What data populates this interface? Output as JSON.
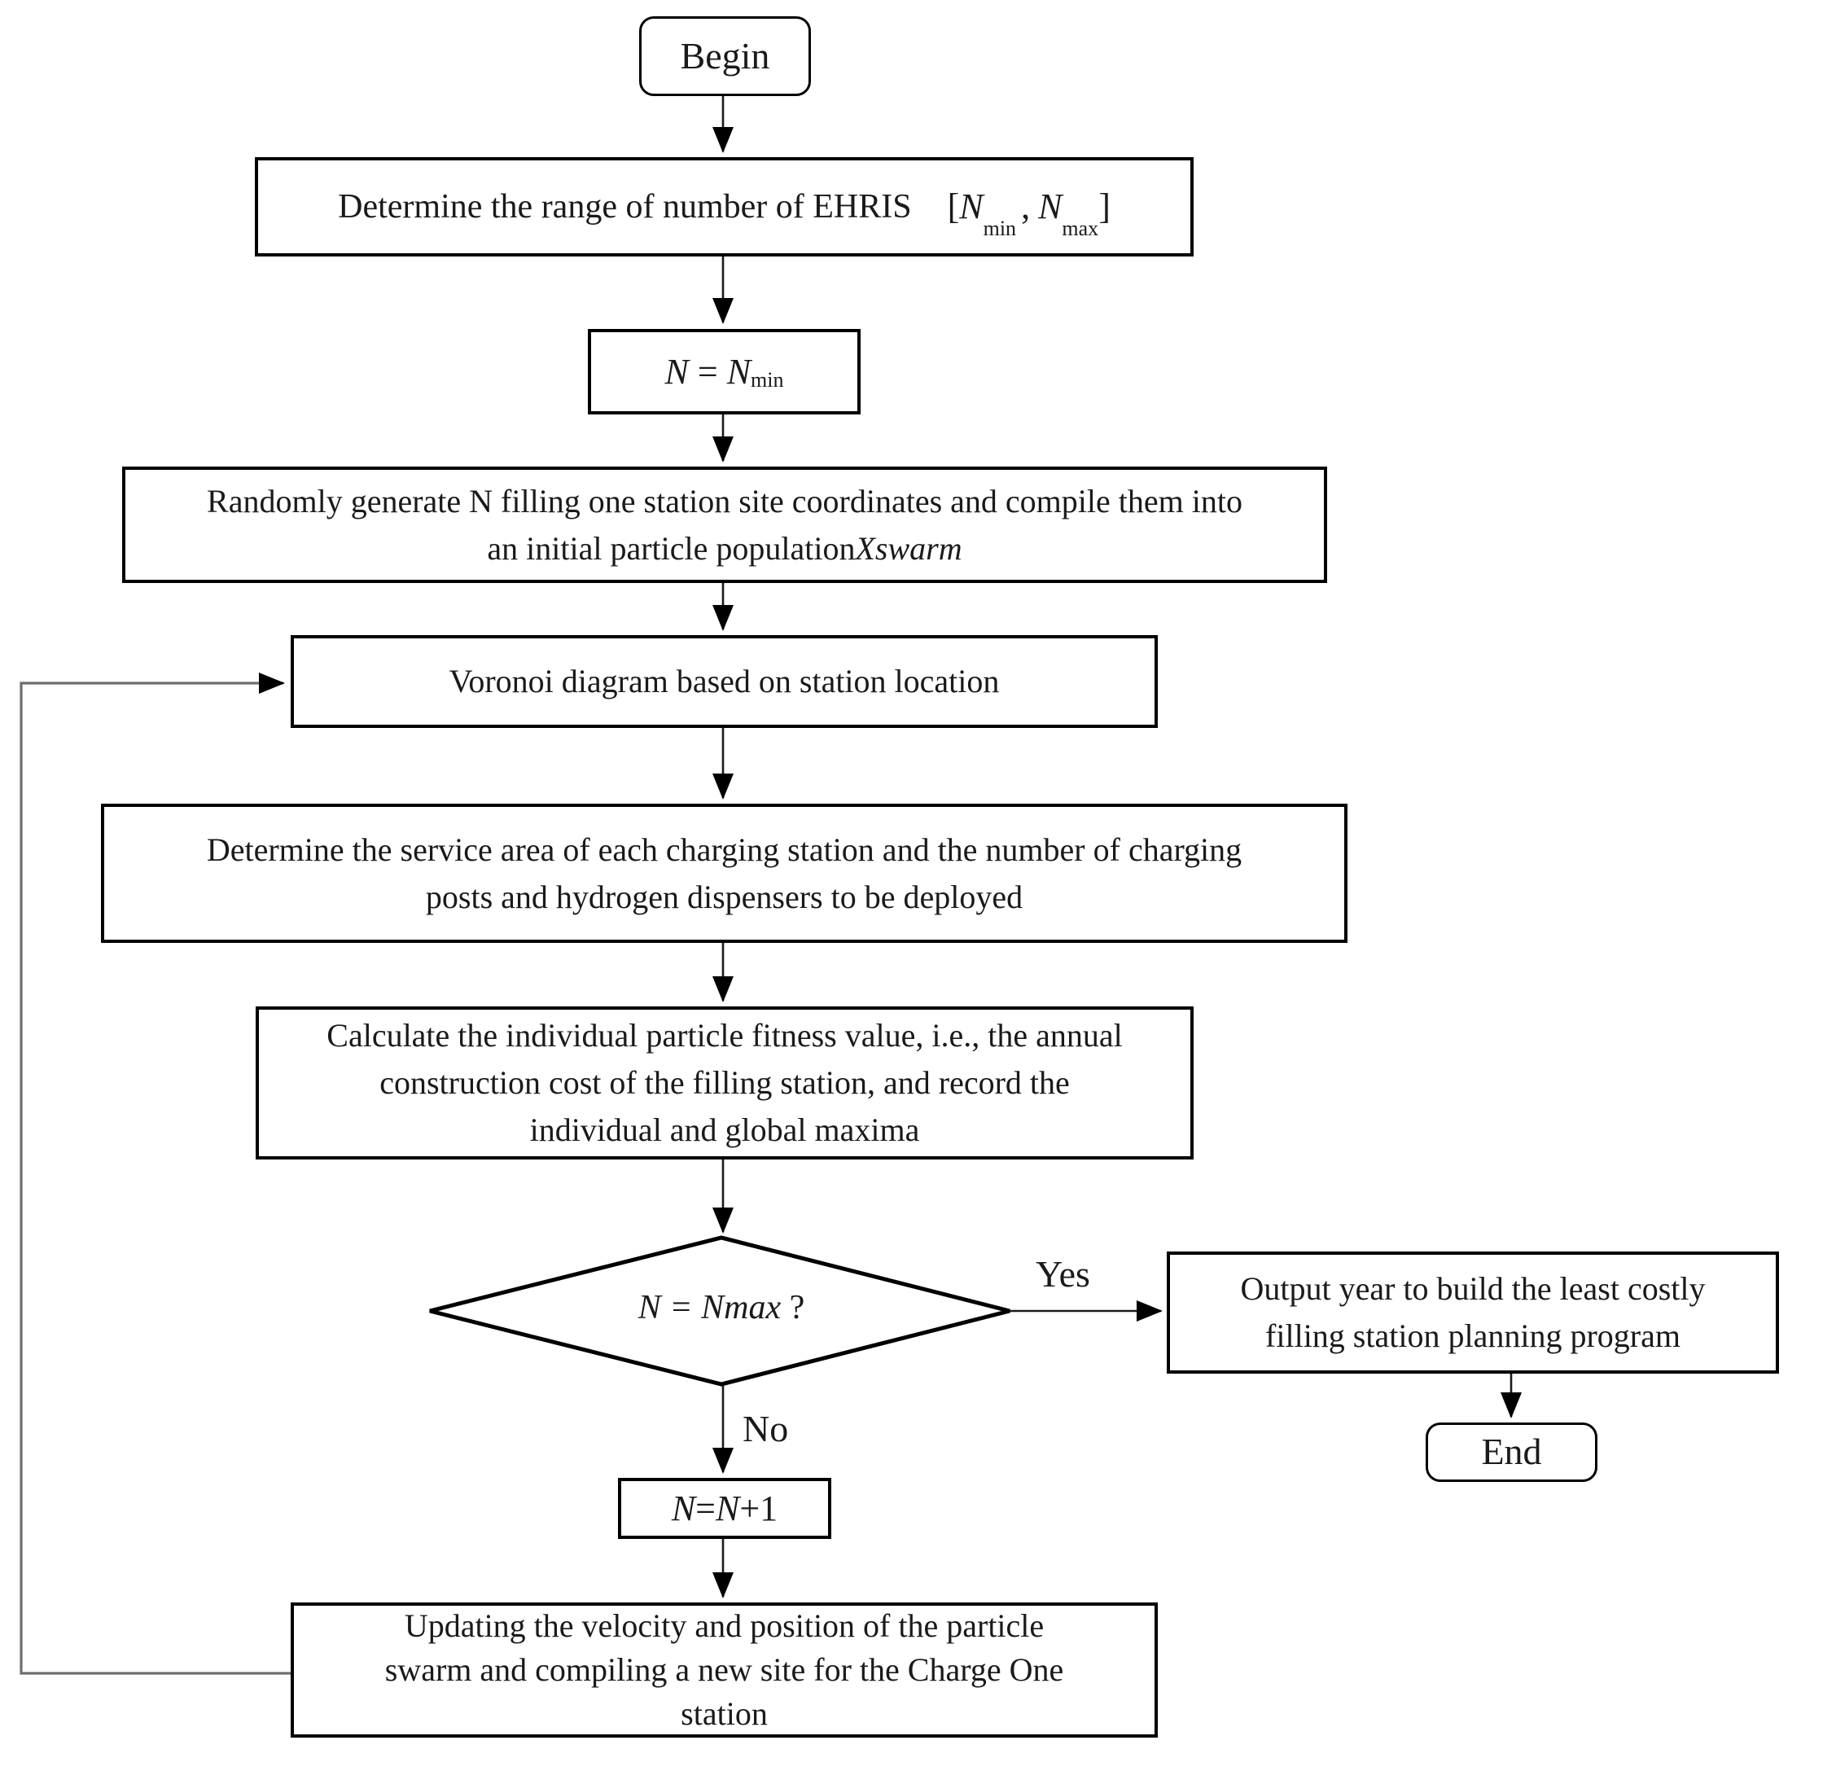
{
  "palette": {
    "line": "#1a1a1a",
    "feedback_line": "#6e6e6e",
    "box_border": "#000000",
    "box_fill": "#ffffff",
    "text": "#1a1a1a"
  },
  "nodes": {
    "begin": {
      "label": "Begin"
    },
    "range": {
      "text": "Determine the range of number of EHRIS",
      "open": "[",
      "n1": "N",
      "sub1": "min",
      "sep": ",",
      "n2": "N",
      "sub2": "max",
      "close": "]"
    },
    "init": {
      "n1": "N",
      "eq": " = ",
      "n2": "N",
      "sub": "min"
    },
    "generate": {
      "line1": "Randomly generate N filling one station site coordinates and compile them into",
      "line2a": "an initial particle population",
      "line2b": "Xswarm"
    },
    "voronoi": {
      "label": "Voronoi diagram based on station location"
    },
    "service": {
      "line1": "Determine the service area of each charging station and the number of charging",
      "line2": "posts and hydrogen dispensers to be deployed"
    },
    "fitness": {
      "line1": "Calculate the individual particle fitness value, i.e., the annual",
      "line2": "construction cost of the filling station, and record the",
      "line3": "individual and global maxima"
    },
    "decision": {
      "expr": "N = Nmax",
      "mark": " ?"
    },
    "output": {
      "line1": "Output year to build the least costly",
      "line2": "filling station planning program"
    },
    "end": {
      "label": "End"
    },
    "increment": {
      "n1": "N",
      "eq": "=",
      "n2": "N",
      "plus": "+1"
    },
    "update": {
      "line1": "Updating the velocity and position of the particle",
      "line2": "swarm and compiling a new site for the Charge One",
      "line3": "station"
    }
  },
  "edges": {
    "yes": "Yes",
    "no": "No"
  }
}
